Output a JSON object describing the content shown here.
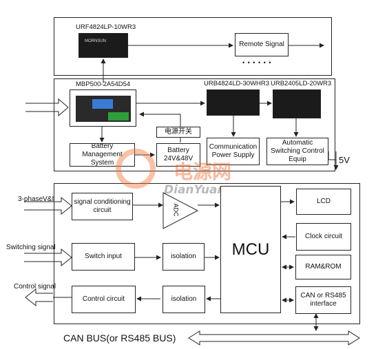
{
  "modules": {
    "remote_module": "URF4824LP-10WR3",
    "power_module": "MBP500-2A54D54",
    "comm_module": "URB4824LD-30WHR3",
    "auto_module": "URB2405LD-20WR3",
    "brand_text": "MORNSUN"
  },
  "top_panel": {
    "remote_signal": "Remote Signal",
    "ellipsis": "• • • • • •"
  },
  "power_panel": {
    "battery_mgmt": "Battery Management System",
    "power_switch": "电源开关",
    "battery": "Battery 24V&48V",
    "comm_supply": "Communication Power Supply",
    "auto_switch": "Automatic Switching Control  Equip",
    "output_5v": "5V"
  },
  "control_panel": {
    "input_1": "3-phaseV&I",
    "input_2": "Switching signal",
    "output_signal": "Control signal",
    "signal_cond": "signal conditioning circuit",
    "adc": "ADC",
    "switch_input": "Switch input",
    "isolation_1": "isolation",
    "control_circuit": "Control circuit",
    "isolation_2": "isolation",
    "mcu": "MCU",
    "lcd": "LCD",
    "clock": "Clock circuit",
    "memory": "RAM&ROM",
    "bus_interface": "CAN or RS485 interface"
  },
  "bus": {
    "label": "CAN BUS(or RS485 BUS)"
  },
  "watermark": {
    "cn": "电源网",
    "en": "DianYuan.com"
  }
}
